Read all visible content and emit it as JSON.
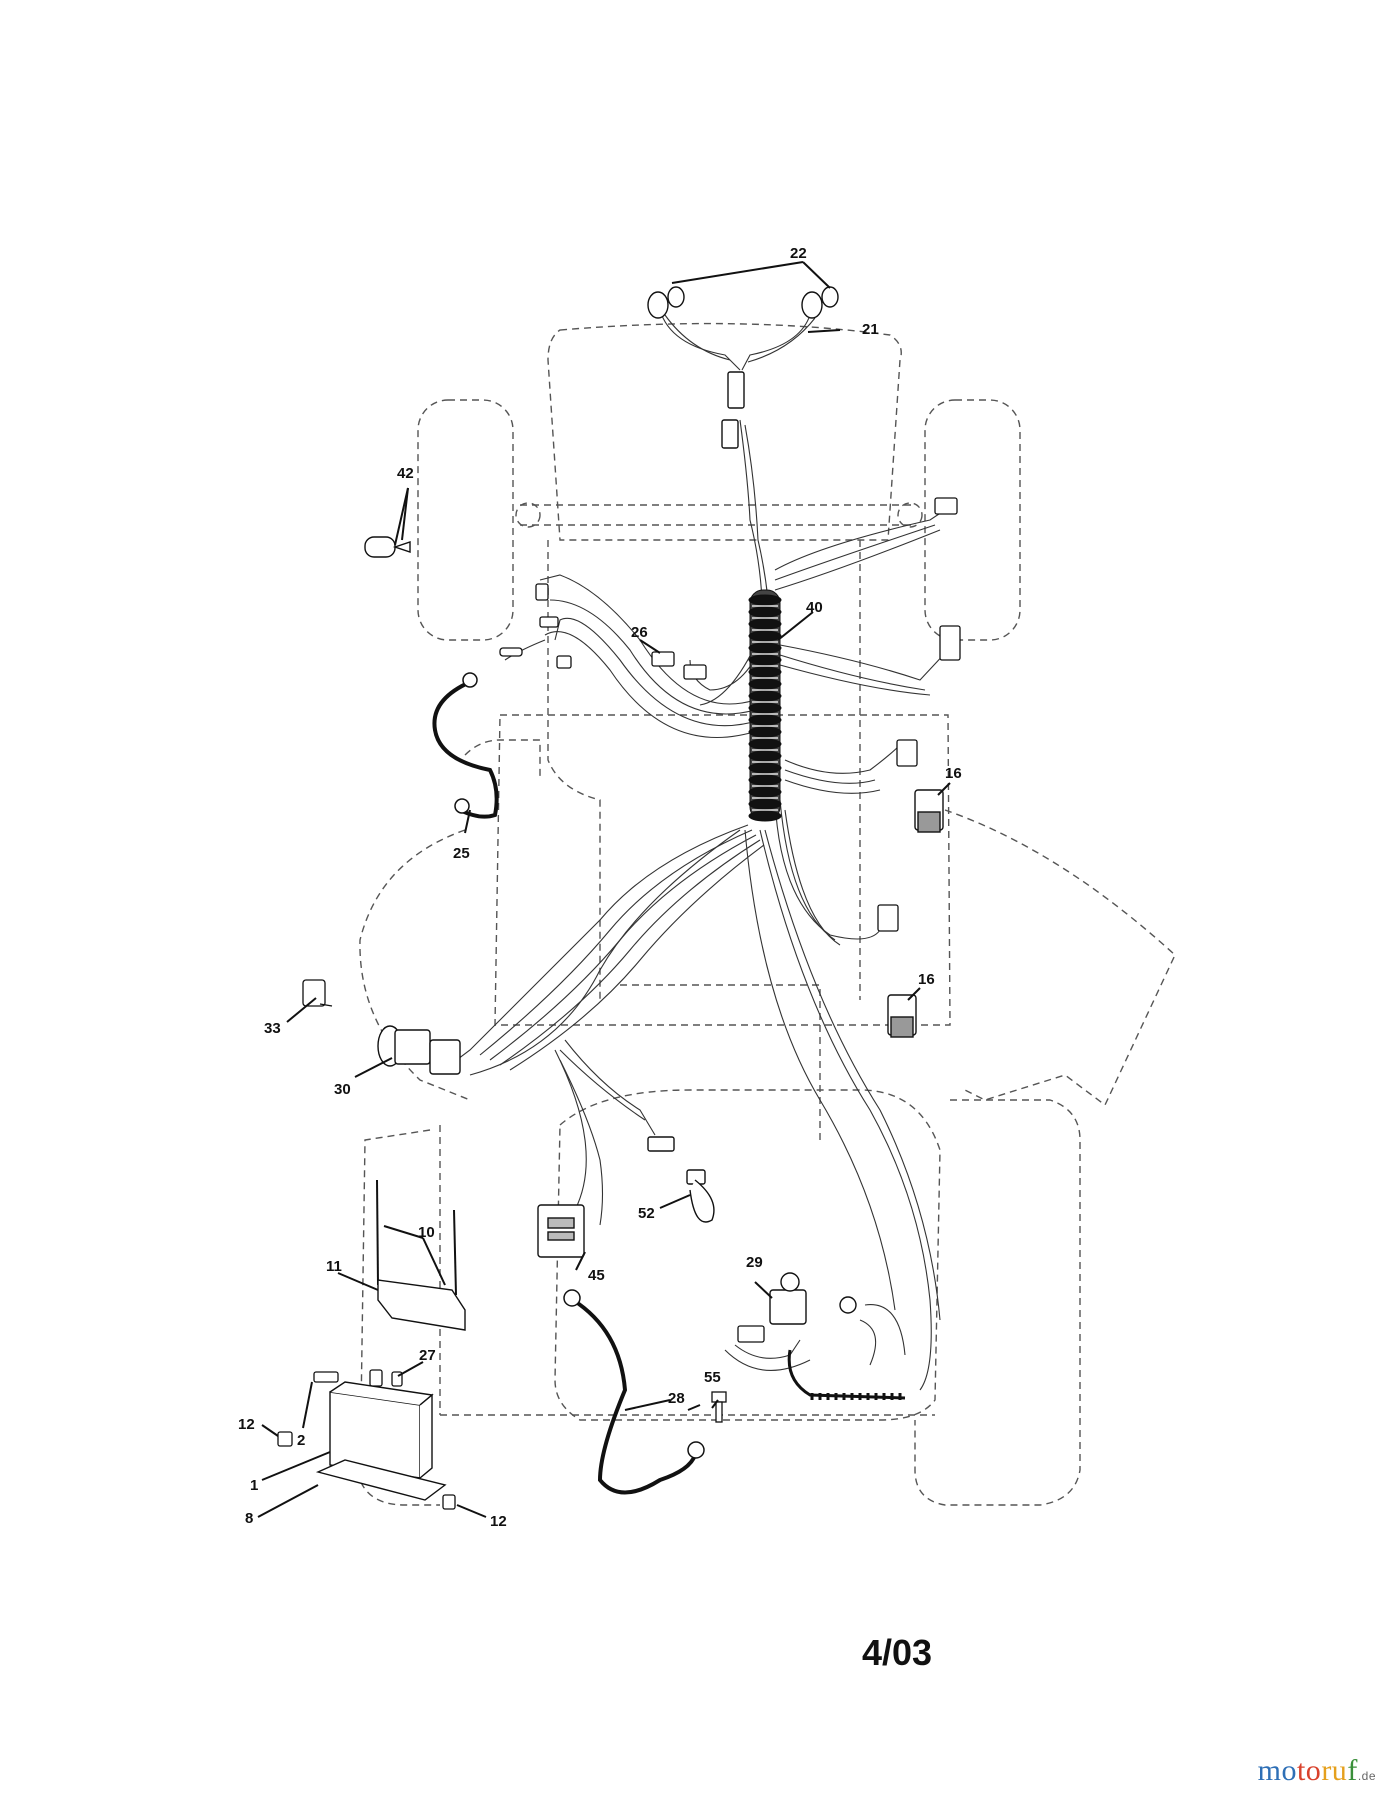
{
  "diagram": {
    "callouts": [
      {
        "id": "c22",
        "label": "22"
      },
      {
        "id": "c21",
        "label": "21"
      },
      {
        "id": "c42",
        "label": "42"
      },
      {
        "id": "c40",
        "label": "40"
      },
      {
        "id": "c26",
        "label": "26"
      },
      {
        "id": "c16a",
        "label": "16"
      },
      {
        "id": "c25",
        "label": "25"
      },
      {
        "id": "c16b",
        "label": "16"
      },
      {
        "id": "c33",
        "label": "33"
      },
      {
        "id": "c30",
        "label": "30"
      },
      {
        "id": "c52",
        "label": "52"
      },
      {
        "id": "c10",
        "label": "10"
      },
      {
        "id": "c11",
        "label": "11"
      },
      {
        "id": "c45",
        "label": "45"
      },
      {
        "id": "c29",
        "label": "29"
      },
      {
        "id": "c27",
        "label": "27"
      },
      {
        "id": "c55",
        "label": "55"
      },
      {
        "id": "c28",
        "label": "28"
      },
      {
        "id": "c12a",
        "label": "12"
      },
      {
        "id": "c2",
        "label": "2"
      },
      {
        "id": "c1",
        "label": "1"
      },
      {
        "id": "c8",
        "label": "8"
      },
      {
        "id": "c12b",
        "label": "12"
      }
    ]
  },
  "footer": {
    "code": "4/03"
  },
  "watermark": {
    "parts": [
      "mo",
      "to",
      "ru",
      "f"
    ],
    "suffix": ".de"
  }
}
